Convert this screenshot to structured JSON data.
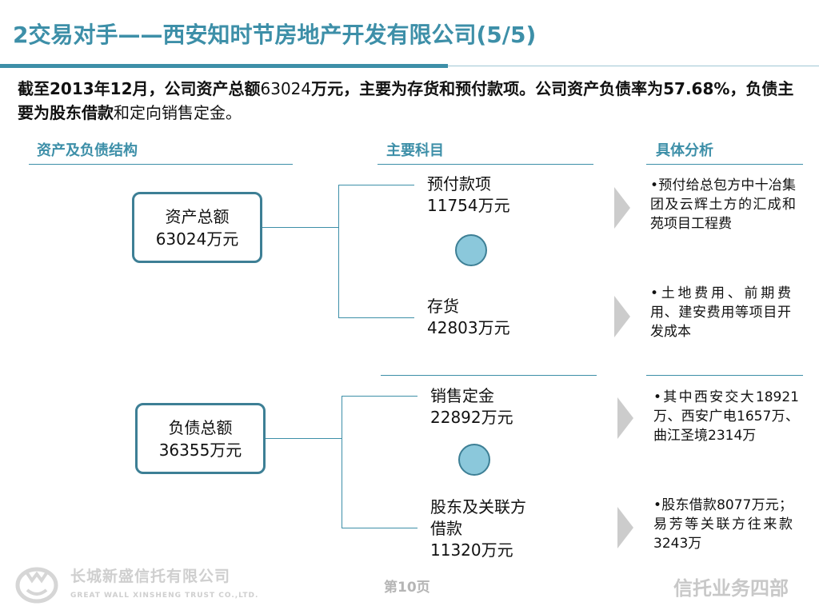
{
  "slide": {
    "title": "2交易对手——西安知时节房地产开发有限公司(5/5)",
    "summary": {
      "p1": "截至2013年12月，公司资产总额",
      "p2": "63024",
      "p3": "万元，主要为存货和预付款项。公司资产负债率为57.68%，负债主要为股东借款",
      "p4": "和定向销售定金。"
    }
  },
  "columns": {
    "structure": "资产及负债结构",
    "subjects": "主要科目",
    "analysis": "具体分析"
  },
  "assets_box": {
    "label": "资产总额",
    "value": "63024万元"
  },
  "liabilities_box": {
    "label": "负债总额",
    "value": "36355万元"
  },
  "items": [
    {
      "name": "预付款项",
      "amount": "11754万元"
    },
    {
      "name": "存货",
      "amount": "42803万元"
    },
    {
      "name": "销售定金",
      "amount": "22892万元"
    },
    {
      "name": "股东及关联方借款",
      "amount": "11320万元"
    }
  ],
  "analysis": [
    "•预付给总包方中十冶集团及云辉土方的汇成和苑项目工程费",
    "•土地费用、前期费用、建安费用等项目开发成本",
    "•其中西安交大18921万、西安广电1657万、曲江圣境2314万",
    "•股东借款8077万元；易芳等关联方往来款3243万"
  ],
  "footer": {
    "company_cn": "长城新盛信托有限公司",
    "company_en": "GREAT WALL XINSHENG TRUST CO.,LTD.",
    "page": "第10页",
    "department": "信托业务四部"
  },
  "colors": {
    "accent": "#3d8fa8",
    "circle_fill": "#8bc8db",
    "chevron": "#cccccc"
  }
}
